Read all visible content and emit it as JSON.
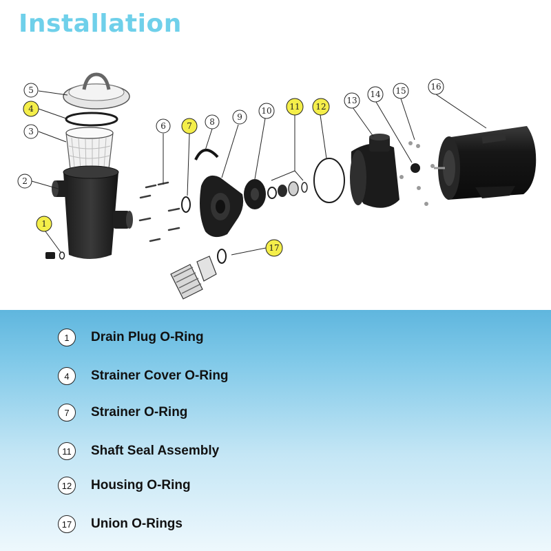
{
  "header": {
    "title": "Installation"
  },
  "diagram": {
    "callouts": [
      {
        "number": "1",
        "highlighted": true
      },
      {
        "number": "2",
        "highlighted": false
      },
      {
        "number": "3",
        "highlighted": false
      },
      {
        "number": "4",
        "highlighted": true
      },
      {
        "number": "5",
        "highlighted": false
      },
      {
        "number": "6",
        "highlighted": false
      },
      {
        "number": "7",
        "highlighted": true
      },
      {
        "number": "8",
        "highlighted": false
      },
      {
        "number": "9",
        "highlighted": false
      },
      {
        "number": "10",
        "highlighted": false
      },
      {
        "number": "11",
        "highlighted": true
      },
      {
        "number": "12",
        "highlighted": true
      },
      {
        "number": "13",
        "highlighted": false
      },
      {
        "number": "14",
        "highlighted": false
      },
      {
        "number": "15",
        "highlighted": false
      },
      {
        "number": "16",
        "highlighted": false
      },
      {
        "number": "17",
        "highlighted": true
      }
    ],
    "highlight_color": "#f4ee4a"
  },
  "legend": {
    "items": [
      {
        "number": "1",
        "label": "Drain Plug O-Ring"
      },
      {
        "number": "4",
        "label": "Strainer Cover O-Ring"
      },
      {
        "number": "7",
        "label": "Strainer O-Ring"
      },
      {
        "number": "11",
        "label": "Shaft Seal Assembly"
      },
      {
        "number": "12",
        "label": "Housing O-Ring"
      },
      {
        "number": "17",
        "label": "Union O-Rings"
      }
    ]
  },
  "colors": {
    "title": "#6fd0ea",
    "panel_top": "#5fb6de",
    "panel_bottom": "#eef8fd",
    "parts": "#2a2a2a"
  }
}
